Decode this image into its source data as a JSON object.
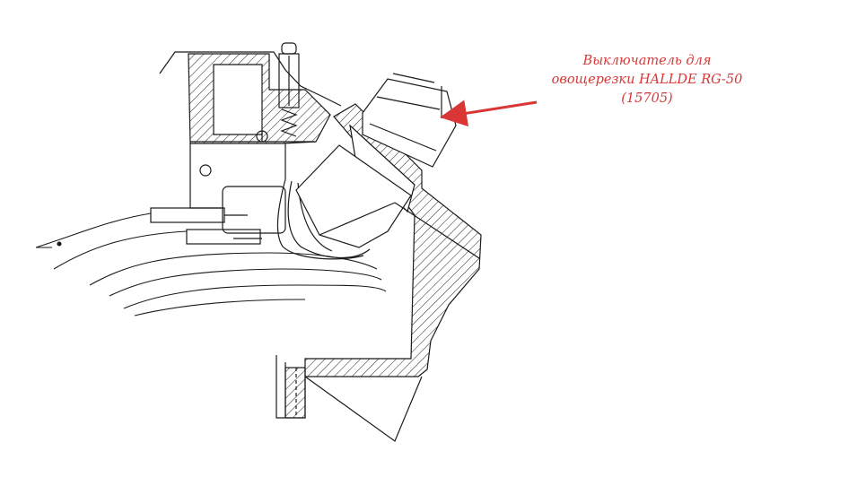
{
  "annotation": {
    "lines": [
      "Выключатель для",
      "овощерезки HALLDE RG-50",
      "(15705)"
    ]
  },
  "colors": {
    "annotation": "#d93636",
    "drawing": "#1a1a1a",
    "background": "#ffffff"
  }
}
